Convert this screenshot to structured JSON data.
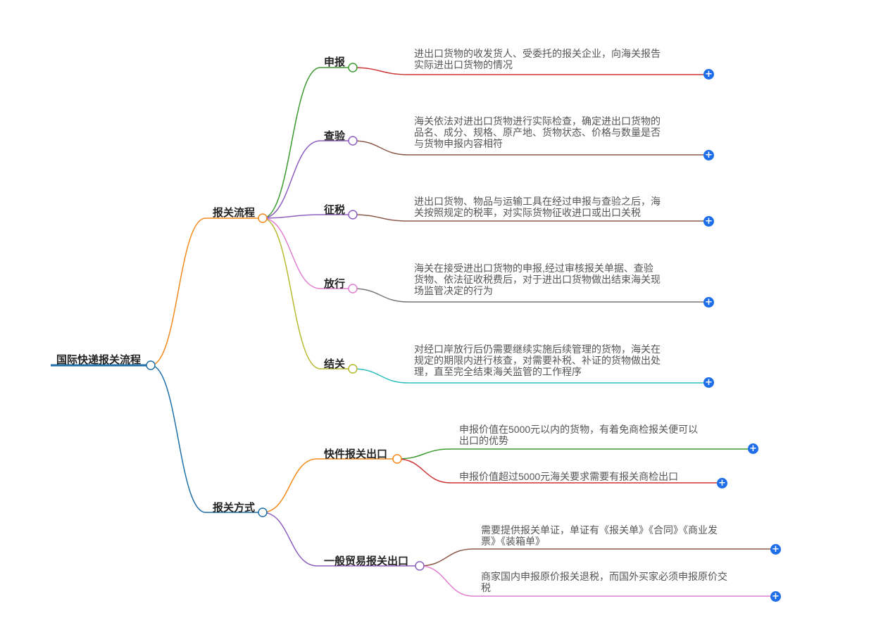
{
  "root": {
    "label": "国际快递报关流程",
    "color": "#1f6fa8"
  },
  "branches": [
    {
      "label": "报关流程",
      "color": "#f28a1c",
      "children": [
        {
          "label": "申报",
          "color": "#3a9a2e",
          "detail_color": "#cc3333",
          "detail": [
            "进出口货物的收发货人、受委托的报关企业，向海关报告",
            "实际进出口货物的情况"
          ]
        },
        {
          "label": "查验",
          "color": "#8e5fbf",
          "detail_color": "#8b5a4a",
          "detail": [
            "海关依法对进出口货物进行实际检查，确定进出口货物的",
            "品名、成分、规格、原产地、货物状态、价格与数量是否",
            "与货物申报内容相符"
          ]
        },
        {
          "label": "征税",
          "color": "#8e5fbf",
          "detail_color": "#8b5a4a",
          "detail": [
            "进出口货物、物品与运输工具在经过申报与查验之后，海",
            "关按照规定的税率，对实际货物征收进口或出口关税"
          ]
        },
        {
          "label": "放行",
          "color": "#e07ed0",
          "detail_color": "#777777",
          "detail": [
            "海关在接受进出口货物的申报,经过审核报关单据、查验",
            "货物、依法征收税费后，对于进出口货物做出结束海关现",
            "场监管决定的行为"
          ]
        },
        {
          "label": "结关",
          "color": "#b8b832",
          "detail_color": "#2fbfbf",
          "detail": [
            "对经口岸放行后仍需要继续实施后续管理的货物，海关在",
            "规定的期限内进行核查，对需要补税、补证的货物做出处",
            "理，直至完全结束海关监管的工作程序"
          ]
        }
      ]
    },
    {
      "label": "报关方式",
      "color": "#1f6fa8",
      "children": [
        {
          "label": "快件报关出口",
          "color": "#f28a1c",
          "leaves": [
            {
              "detail": [
                "申报价值在5000元以内的货物，有着免商检报关便可以",
                "出口的优势"
              ],
              "color": "#3a9a2e"
            },
            {
              "detail": [
                "申报价值超过5000元海关要求需要有报关商检出口"
              ],
              "color": "#cc3333"
            }
          ]
        },
        {
          "label": "一般贸易报关出口",
          "color": "#8e5fbf",
          "leaves": [
            {
              "detail": [
                "需要提供报关单证，单证有《报关单》《合同》《商业发",
                "票》《装箱单》"
              ],
              "color": "#8b5a4a"
            },
            {
              "detail": [
                "商家国内申报原价报关退税，而国外买家必须申报原价交",
                "税"
              ],
              "color": "#e07ed0"
            }
          ]
        }
      ]
    }
  ],
  "expand_icon": "plus-icon"
}
